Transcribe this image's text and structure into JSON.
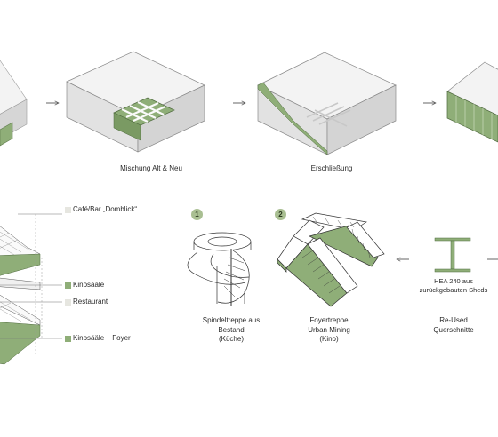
{
  "steps": [
    {
      "label": ""
    },
    {
      "label": "Mischung Alt & Neu"
    },
    {
      "label": "Erschließung"
    },
    {
      "label": ""
    }
  ],
  "legend": [
    {
      "label": "Café/Bar „Domblick“",
      "color": "#e6e6e0"
    },
    {
      "label": "Kinosääle",
      "color": "#8fae78"
    },
    {
      "label": "Restaurant",
      "color": "#e6e6e0"
    },
    {
      "label": "Kinosääle + Foyer",
      "color": "#8fae78"
    }
  ],
  "stairs": [
    {
      "number": "1",
      "caption": [
        "Spindeltreppe aus",
        "Bestand",
        "(Küche)"
      ]
    },
    {
      "number": "2",
      "caption": [
        "Foyertreppe",
        "Urban Mining",
        "(Kino)"
      ]
    }
  ],
  "beam": {
    "label": [
      "HEA 240 aus",
      "zurückgebauten Sheds"
    ],
    "caption": [
      "Re-Used",
      "Querschnitte"
    ]
  },
  "colors": {
    "accent_green": "#8fae78",
    "badge_green": "#a9bf92",
    "block_top": "#f3f3f3",
    "block_left": "#e2e2e2",
    "block_right": "#d4d4d4",
    "line": "#3a3a3a"
  }
}
